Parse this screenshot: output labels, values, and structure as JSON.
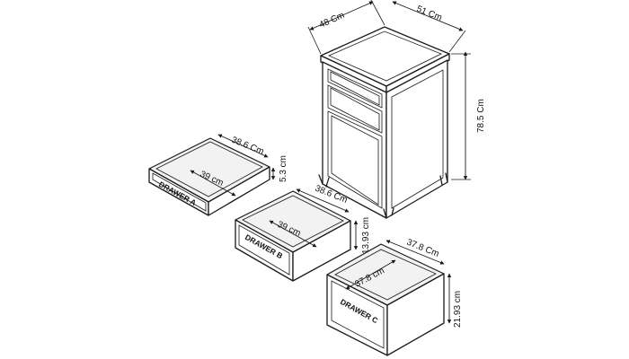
{
  "cabinet": {
    "depth_label": "48 Cm",
    "width_label": "51 Cm",
    "height_label": "78.5 Cm"
  },
  "drawers": [
    {
      "name": "DRAWER A",
      "width_label": "38.6 Cm",
      "depth_label": "39 cm",
      "height_label": "5.3 cm"
    },
    {
      "name": "DRAWER B",
      "width_label": "38.6 Cm",
      "depth_label": "39 cm",
      "height_label": "13.93 cm"
    },
    {
      "name": "DRAWER C",
      "width_label": "37.8 Cm",
      "depth_label": "37.8 cm",
      "height_label": "21.93 cm"
    }
  ]
}
